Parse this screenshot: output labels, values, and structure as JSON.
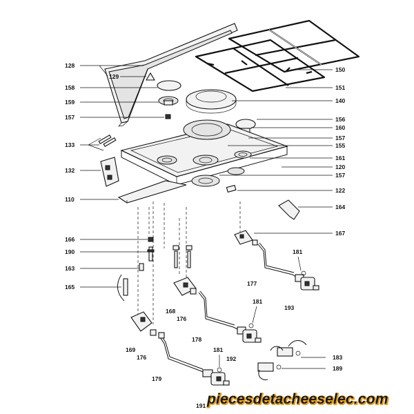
{
  "labels": {
    "l128": "128",
    "l129": "129",
    "l158": "158",
    "l159": "159",
    "l157a": "157",
    "l133": "133",
    "l132": "132",
    "l110": "110",
    "l166": "166",
    "l190": "190",
    "l163": "163",
    "l165": "165",
    "l169": "169",
    "l176a": "176",
    "l179": "179",
    "l168": "168",
    "l176b": "176",
    "l178": "178",
    "l181a": "181",
    "l192": "192",
    "l181b": "181",
    "l177": "177",
    "l181c": "181",
    "l193": "193",
    "l183": "183",
    "l189": "189",
    "l191": "191",
    "l150": "150",
    "l151": "151",
    "l140": "140",
    "l156": "156",
    "l160": "160",
    "l157b": "157",
    "l155": "155",
    "l161": "161",
    "l120": "120",
    "l157c": "157",
    "l122": "122",
    "l164": "164",
    "l167": "167"
  },
  "watermark": "piecesdetacheeselec.com",
  "colors": {
    "ink": "#111111",
    "watermark_accent": "#e6a020"
  }
}
